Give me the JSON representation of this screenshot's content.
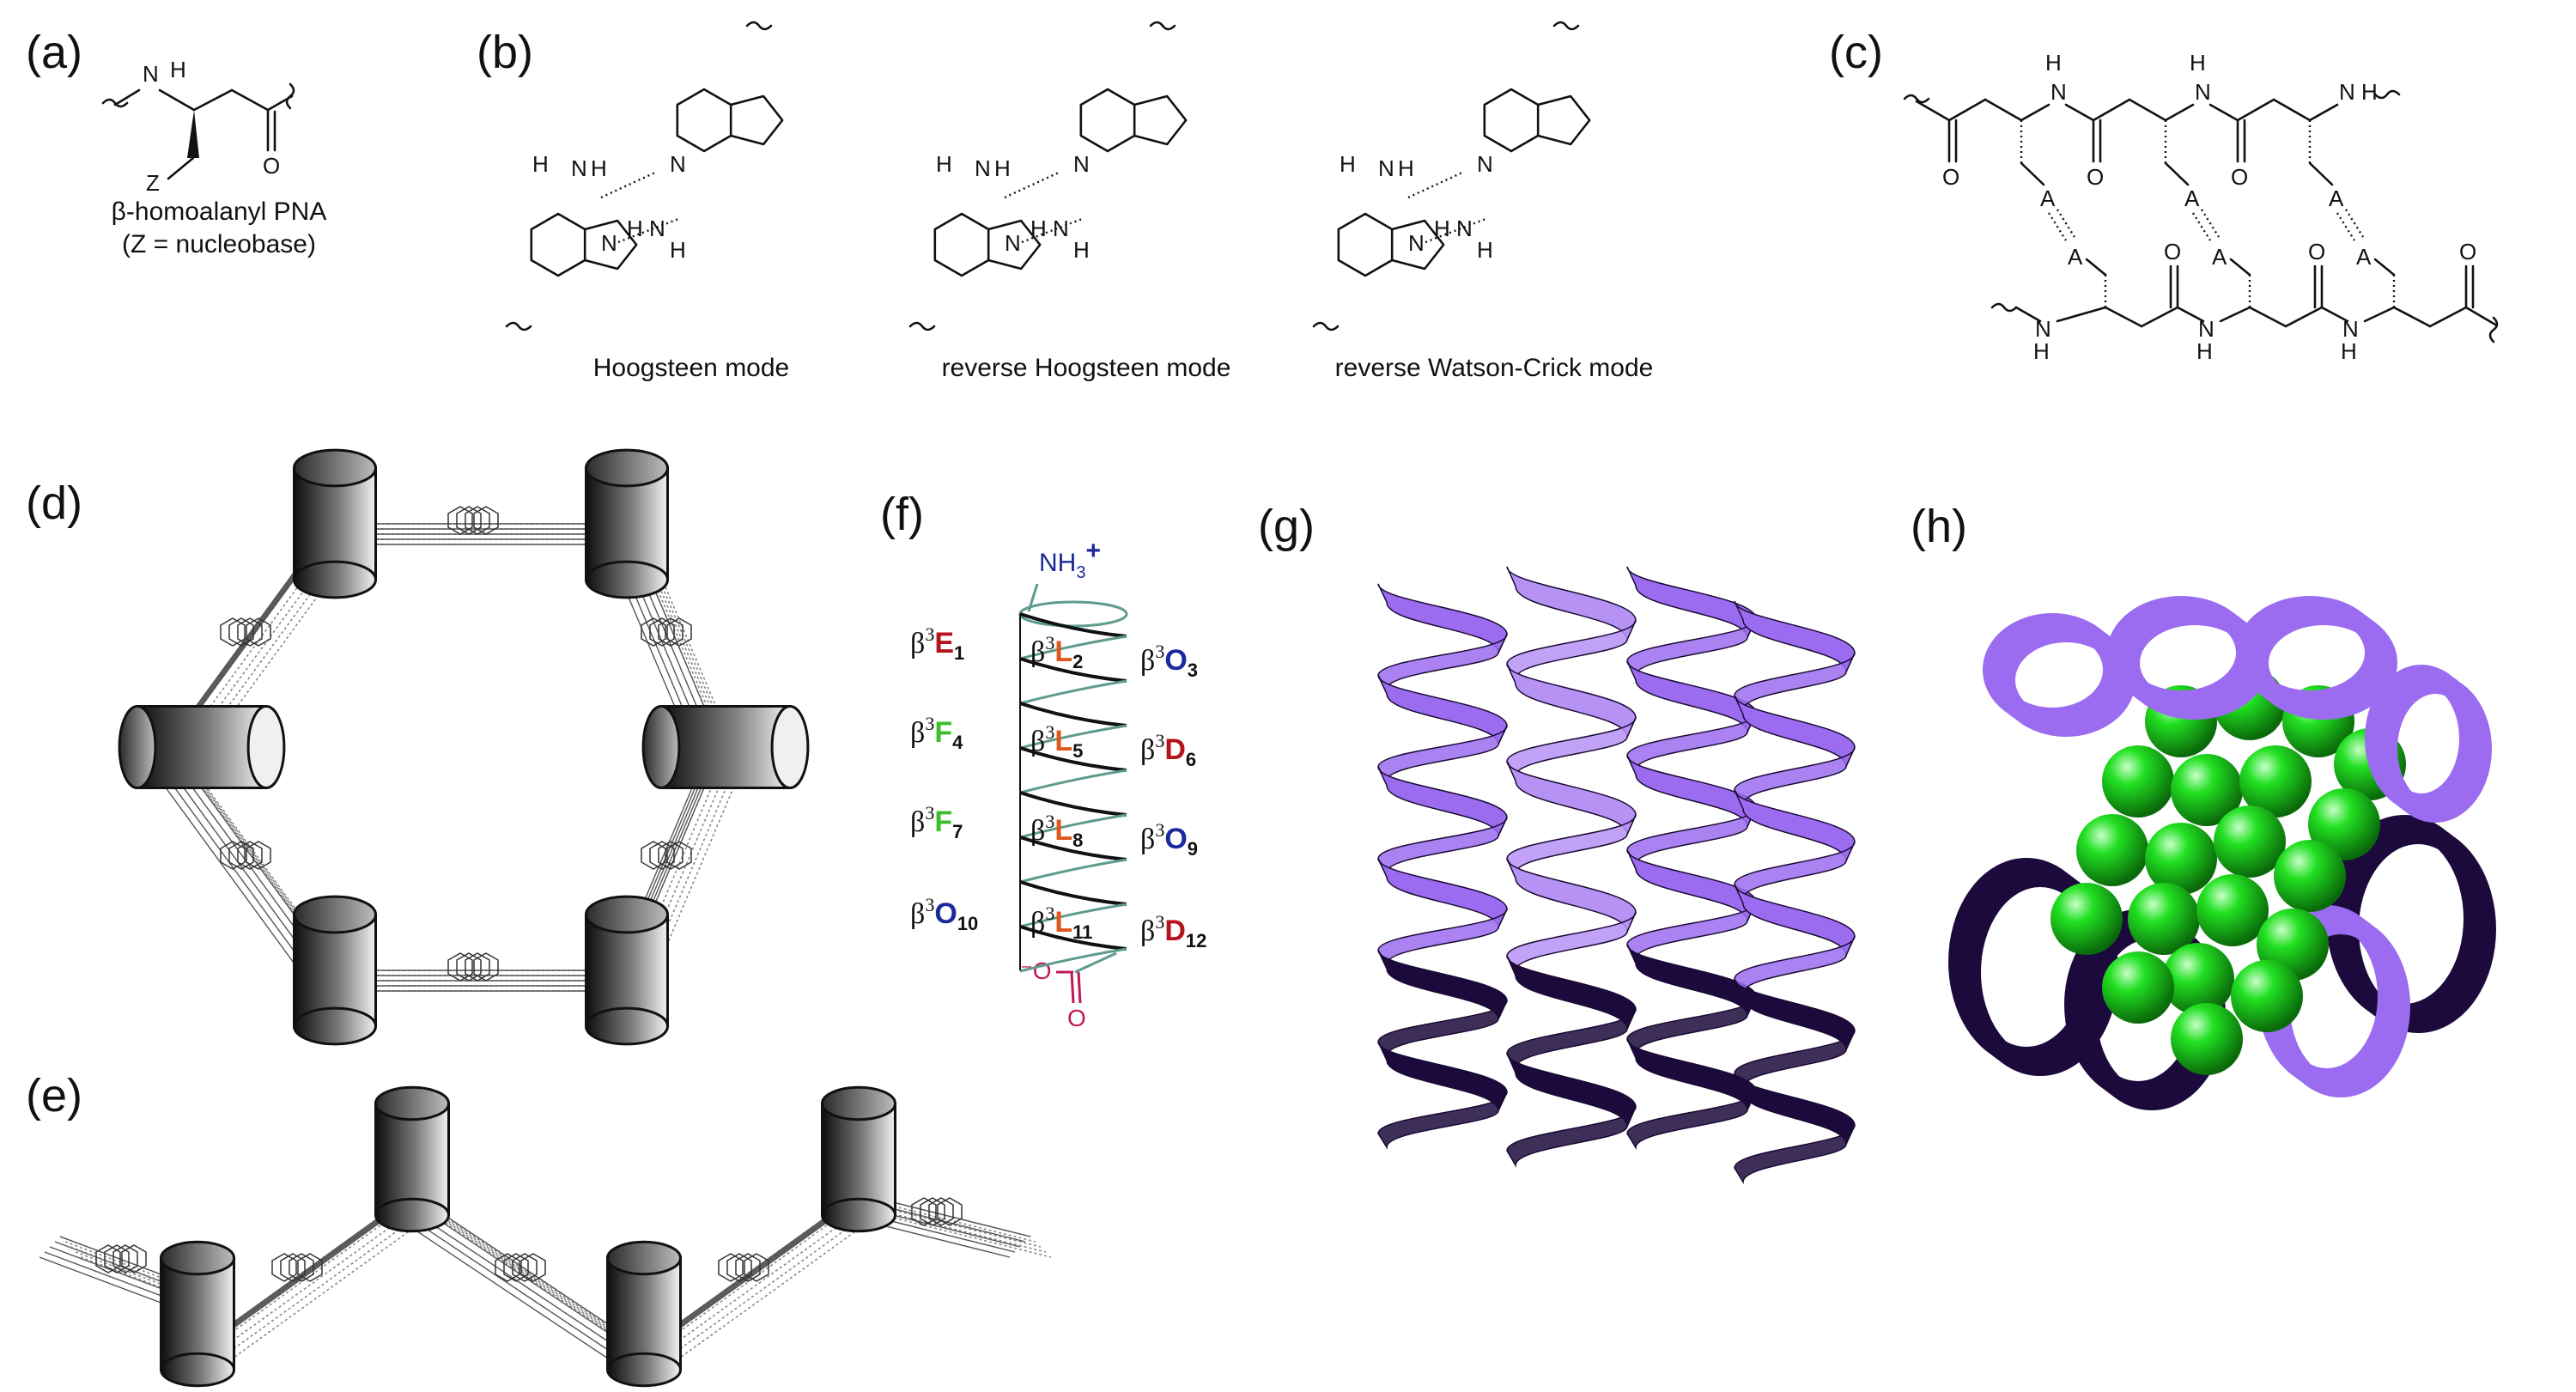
{
  "panels": {
    "a": {
      "label": "(a)",
      "caption_line1": "β-homoalanyl PNA",
      "caption_line2": "(Z = nucleobase)",
      "atoms": {
        "n": "N",
        "h": "H",
        "o": "O",
        "z": "Z"
      }
    },
    "b": {
      "label": "(b)",
      "modes": [
        "Hoogsteen mode",
        "reverse Hoogsteen mode",
        "reverse Watson-Crick mode"
      ],
      "atoms": {
        "n": "N",
        "h": "H"
      }
    },
    "c": {
      "label": "(c)",
      "atoms": {
        "a": "A",
        "n": "N",
        "h": "H",
        "o": "O"
      }
    },
    "d": {
      "label": "(d)"
    },
    "e": {
      "label": "(e)"
    },
    "f": {
      "label": "(f)",
      "n_term": "NH3+",
      "c_term": "−O",
      "c_term_o": "O",
      "residues": [
        {
          "pre": "β3",
          "letter": "E",
          "sub": "1",
          "color": "#b5121b"
        },
        {
          "pre": "β3",
          "letter": "L",
          "sub": "2",
          "color": "#e0571b"
        },
        {
          "pre": "β3",
          "letter": "O",
          "sub": "3",
          "color": "#1a2a9c"
        },
        {
          "pre": "β3",
          "letter": "F",
          "sub": "4",
          "color": "#3bbf2a"
        },
        {
          "pre": "β3",
          "letter": "L",
          "sub": "5",
          "color": "#e0571b"
        },
        {
          "pre": "β3",
          "letter": "D",
          "sub": "6",
          "color": "#b5121b"
        },
        {
          "pre": "β3",
          "letter": "F",
          "sub": "7",
          "color": "#3bbf2a"
        },
        {
          "pre": "β3",
          "letter": "L",
          "sub": "8",
          "color": "#e0571b"
        },
        {
          "pre": "β3",
          "letter": "O",
          "sub": "9",
          "color": "#1a2a9c"
        },
        {
          "pre": "β3",
          "letter": "O",
          "sub": "10",
          "color": "#1a2a9c"
        },
        {
          "pre": "β3",
          "letter": "L",
          "sub": "11",
          "color": "#e0571b"
        },
        {
          "pre": "β3",
          "letter": "D",
          "sub": "12",
          "color": "#b5121b"
        }
      ]
    },
    "g": {
      "label": "(g)"
    },
    "h": {
      "label": "(h)"
    }
  },
  "colors": {
    "helix_light": "#9b6cf0",
    "helix_dark": "#1c0a3c",
    "sphere": "#22e022",
    "amine": "#1a2a9c",
    "carboxylate": "#c0185a"
  }
}
